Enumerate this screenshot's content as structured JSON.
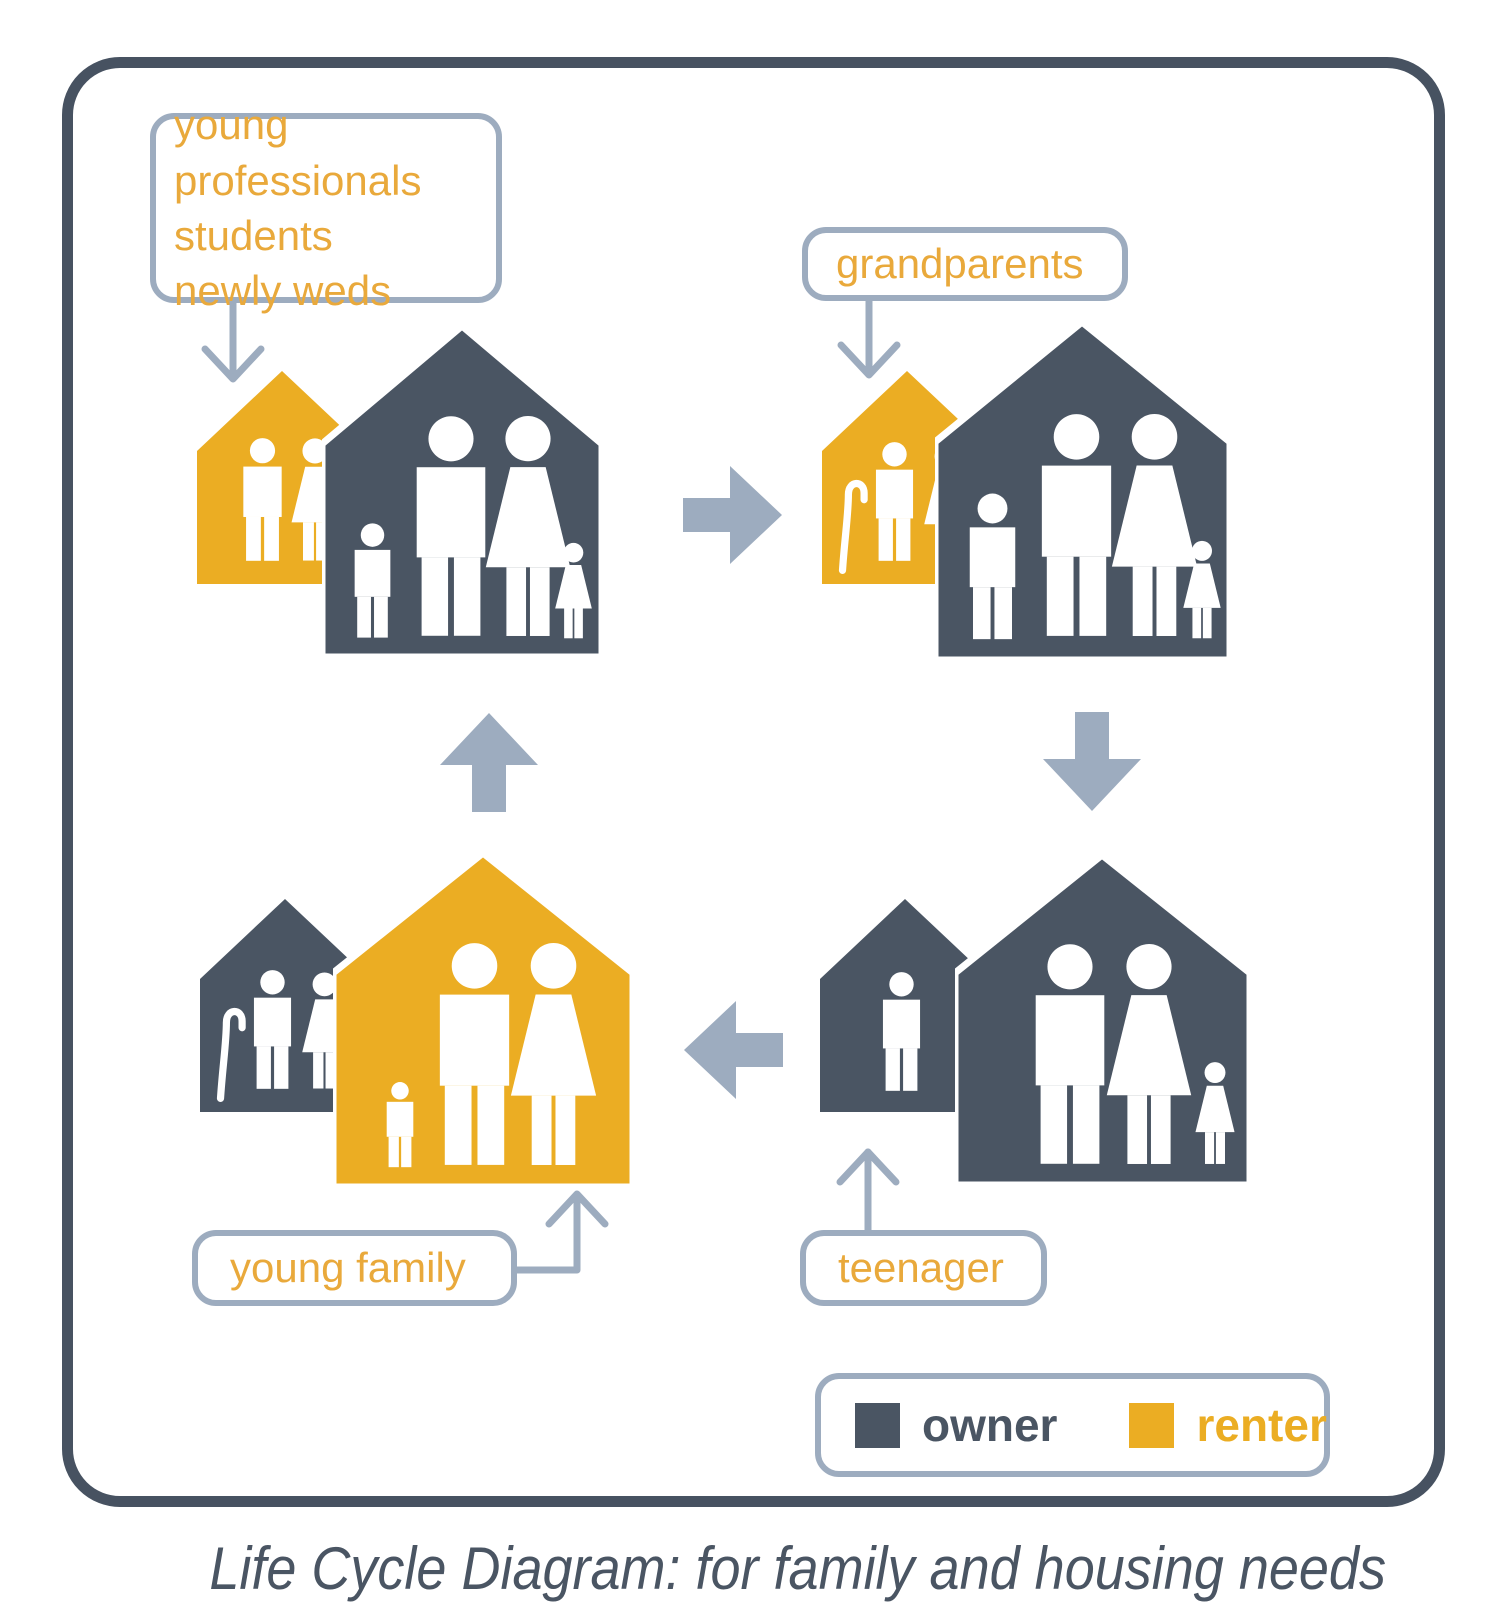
{
  "caption": "Life Cycle Diagram: for family and housing needs",
  "colors": {
    "owner_slate": "#4A5563",
    "renter_yellow": "#EBAD23",
    "connector_gray": "#9DACBF",
    "label_orange": "#E9A93B",
    "frame_slate": "#475261",
    "people_white": "#FFFFFF",
    "background": "#FFFFFF"
  },
  "legend": {
    "items": [
      {
        "label": "owner",
        "color": "#4A5563"
      },
      {
        "label": "renter",
        "color": "#EBAD23"
      }
    ]
  },
  "flow": {
    "direction": "clockwise",
    "cycle_arrow_icons": [
      "arrow-right-icon",
      "arrow-down-icon",
      "arrow-left-icon",
      "arrow-up-icon"
    ]
  },
  "clusters": [
    {
      "stage": "young-adults",
      "label_lines": [
        "young professionals",
        "students",
        "newly weds"
      ],
      "small_house": {
        "tenure": "renter",
        "occupant_icons": [
          "man-icon",
          "woman-icon"
        ]
      },
      "big_house": {
        "tenure": "owner",
        "occupant_icons": [
          "boy-icon",
          "man-icon",
          "woman-icon",
          "girl-icon"
        ]
      }
    },
    {
      "stage": "grandparents",
      "label_lines": [
        "grandparents"
      ],
      "small_house": {
        "tenure": "renter",
        "occupant_icons": [
          "cane-icon",
          "grandfather-icon",
          "grandmother-icon"
        ]
      },
      "big_house": {
        "tenure": "owner",
        "occupant_icons": [
          "teen-boy-icon",
          "man-icon",
          "woman-icon",
          "girl-icon"
        ]
      }
    },
    {
      "stage": "teenager",
      "label_lines": [
        "teenager"
      ],
      "small_house": {
        "tenure": "owner",
        "occupant_icons": [
          "teenager-icon"
        ]
      },
      "big_house": {
        "tenure": "owner",
        "occupant_icons": [
          "man-icon",
          "woman-icon",
          "girl-icon"
        ]
      }
    },
    {
      "stage": "young-family",
      "label_lines": [
        "young family"
      ],
      "small_house": {
        "tenure": "owner",
        "occupant_icons": [
          "cane-icon",
          "grandfather-icon",
          "grandmother-icon"
        ]
      },
      "big_house": {
        "tenure": "renter",
        "occupant_icons": [
          "toddler-icon",
          "man-icon",
          "woman-icon"
        ]
      }
    }
  ]
}
